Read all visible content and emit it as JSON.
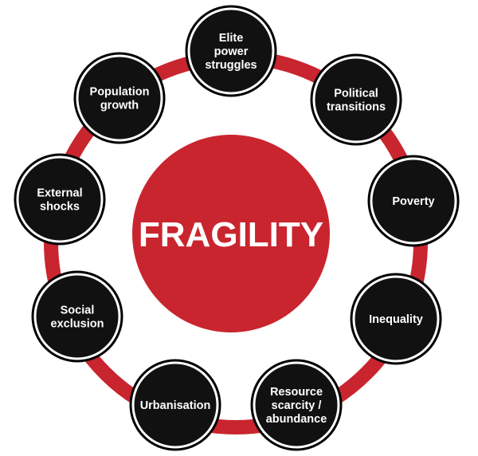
{
  "diagram": {
    "center": {
      "label": "FRAGILITY"
    },
    "nodes": [
      {
        "id": "elite-power-struggles",
        "lines": [
          "Elite",
          "power",
          "struggles"
        ]
      },
      {
        "id": "political-transitions",
        "lines": [
          "Political",
          "transitions"
        ]
      },
      {
        "id": "poverty",
        "lines": [
          "Poverty"
        ]
      },
      {
        "id": "inequality",
        "lines": [
          "Inequality"
        ]
      },
      {
        "id": "resource-scarcity-abundance",
        "lines": [
          "Resource",
          "scarcity /",
          "abundance"
        ]
      },
      {
        "id": "urbanisation",
        "lines": [
          "Urbanisation"
        ]
      },
      {
        "id": "social-exclusion",
        "lines": [
          "Social",
          "exclusion"
        ]
      },
      {
        "id": "external-shocks",
        "lines": [
          "External",
          "shocks"
        ]
      },
      {
        "id": "population-growth",
        "lines": [
          "Population",
          "growth"
        ]
      }
    ]
  },
  "colors": {
    "ring": "#c9252f",
    "center_fill": "#c9252f",
    "node_fill": "#111111",
    "node_border": "#ffffff",
    "node_outline": "#000000",
    "text": "#ffffff"
  }
}
